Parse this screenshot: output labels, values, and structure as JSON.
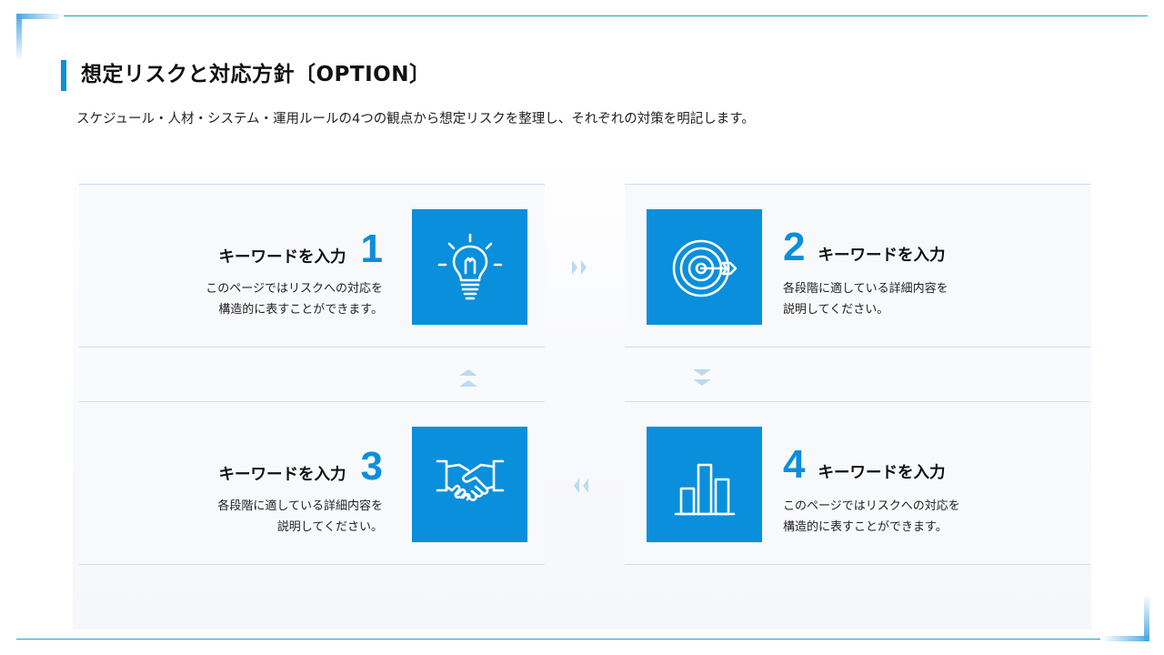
{
  "title": "想定リスクと対応方針〔OPTION〕",
  "subtitle": "スケジュール・人材・システム・運用ルールの4つの観点から想定リスクを整理し、それぞれの対策を明記します。",
  "colors": {
    "accent": "#0a8fdc",
    "arrow": "#b8dcf2",
    "line": "#1da3c9"
  },
  "steps": [
    {
      "number": "1",
      "keyword": "キーワードを入力",
      "desc1": "このページではリスクへの対応を",
      "desc2": "構造的に表すことができます。",
      "icon": "lightbulb-icon"
    },
    {
      "number": "2",
      "keyword": "キーワードを入力",
      "desc1": "各段階に適している詳細内容を",
      "desc2": "説明してください。",
      "icon": "target-icon"
    },
    {
      "number": "3",
      "keyword": "キーワードを入力",
      "desc1": "各段階に適している詳細内容を",
      "desc2": "説明してください。",
      "icon": "handshake-icon"
    },
    {
      "number": "4",
      "keyword": "キーワードを入力",
      "desc1": "このページではリスクへの対応を",
      "desc2": "構造的に表すことができます。",
      "icon": "bar-chart-icon"
    }
  ],
  "arrows": [
    "arrow-right-icon",
    "arrow-down-icon",
    "arrow-left-icon",
    "arrow-up-icon"
  ]
}
